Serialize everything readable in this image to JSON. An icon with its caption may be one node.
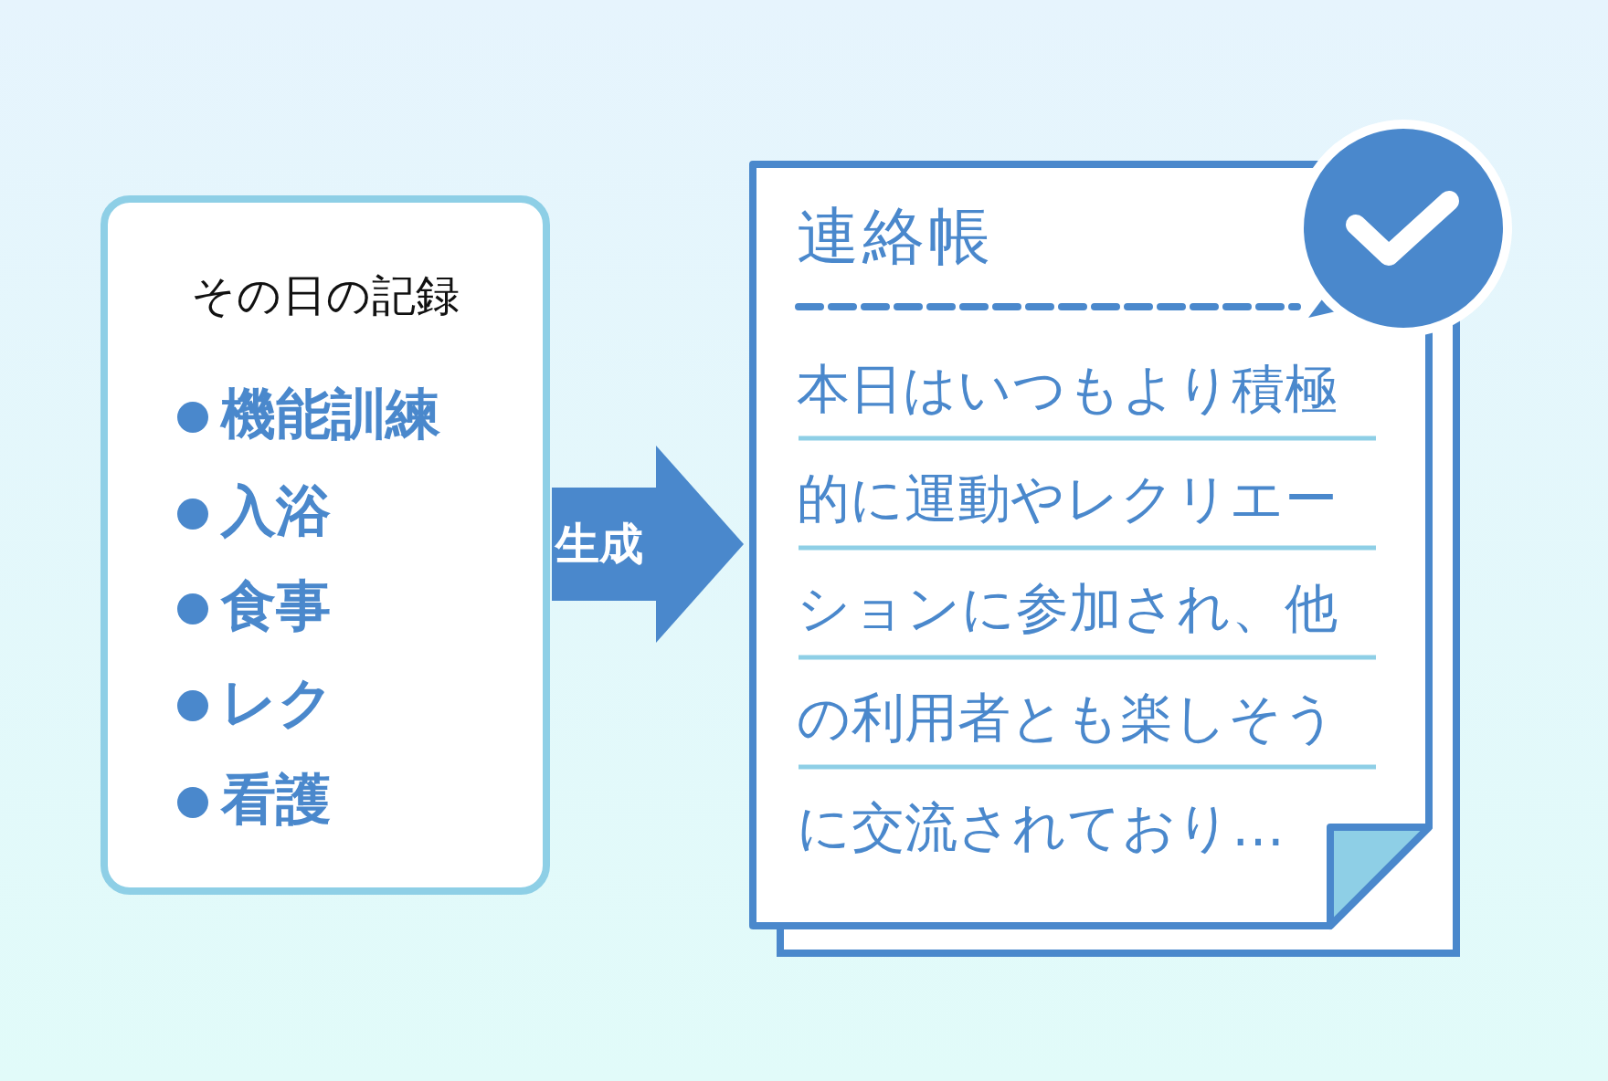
{
  "diagram": {
    "nodes": [
      {
        "text": [
          "その日の記録",
          "機能訓練",
          "入浴",
          "食事",
          "レク",
          "看護"
        ]
      },
      {
        "text": [
          "連絡帳",
          "本日はいつもより積極的に運動やレクリエーションに参加され、他の利用者とも楽しそうに交流されており…"
        ]
      }
    ],
    "edges": [
      {
        "from": 0,
        "to": 1,
        "arrow": "to",
        "label": "生成"
      }
    ]
  }
}
